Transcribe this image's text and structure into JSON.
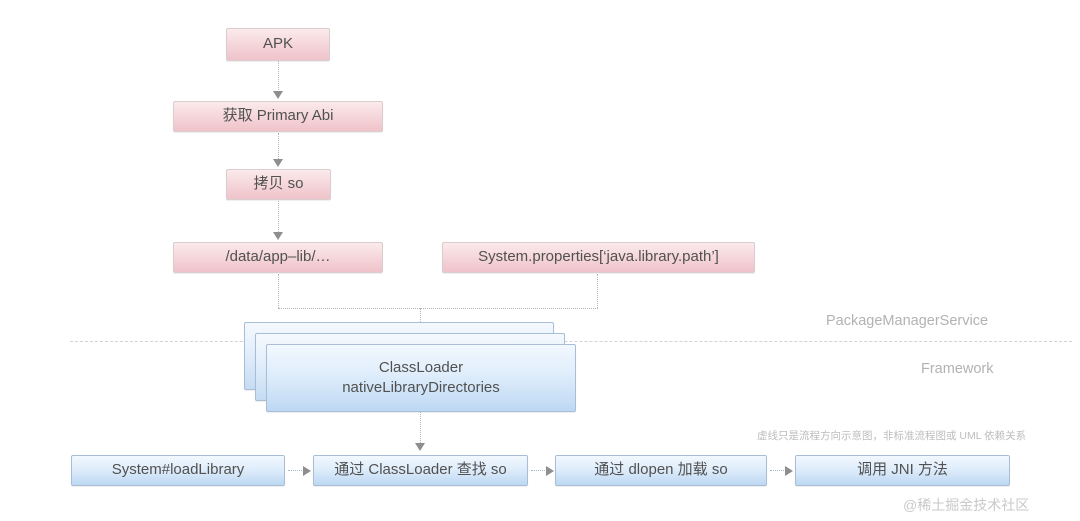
{
  "diagram": {
    "title": "Android so library load flow",
    "background": "#ffffff",
    "colors": {
      "pink_fill_top": "#fbeaec",
      "pink_fill_bottom": "#efc3ca",
      "pink_border": "#d9cdd0",
      "blue_fill_top": "#f2f8fe",
      "blue_fill_bottom": "#bdd8f3",
      "blue_border": "#a9bdd4",
      "connector": "#b9b2b4",
      "arrowhead": "#8e8e8e",
      "label_gray": "#b2b2b2",
      "text": "#515151"
    }
  },
  "top_flow": {
    "nodes": [
      {
        "id": "apk",
        "label": "APK",
        "style": "pink"
      },
      {
        "id": "primary-abi",
        "label": "获取 Primary Abi",
        "style": "pink"
      },
      {
        "id": "copy-so",
        "label": "拷贝 so",
        "style": "pink"
      },
      {
        "id": "data-app-lib",
        "label": "/data/app–lib/…",
        "style": "pink"
      },
      {
        "id": "system-properties",
        "label": "System.properties[‘java.library.path’]",
        "style": "pink"
      }
    ]
  },
  "classloader": {
    "line1": "ClassLoader",
    "line2": "nativeLibraryDirectories",
    "stack_count": 3,
    "style": "blue"
  },
  "layers": [
    {
      "id": "package-manager-service",
      "label": "PackageManagerService"
    },
    {
      "id": "framework",
      "label": "Framework"
    }
  ],
  "bottom_flow": {
    "nodes": [
      {
        "id": "load-library",
        "label": "System#loadLibrary",
        "style": "blue"
      },
      {
        "id": "find-so",
        "label": "通过 ClassLoader 查找 so",
        "style": "blue"
      },
      {
        "id": "dlopen-so",
        "label": "通过 dlopen 加载 so",
        "style": "blue"
      },
      {
        "id": "call-jni",
        "label": "调用 JNI 方法",
        "style": "blue"
      }
    ]
  },
  "note": {
    "text": "虚线只是流程方向示意图，非标准流程图或 UML 依赖关系"
  },
  "watermark": {
    "text": "@稀土掘金技术社区"
  }
}
